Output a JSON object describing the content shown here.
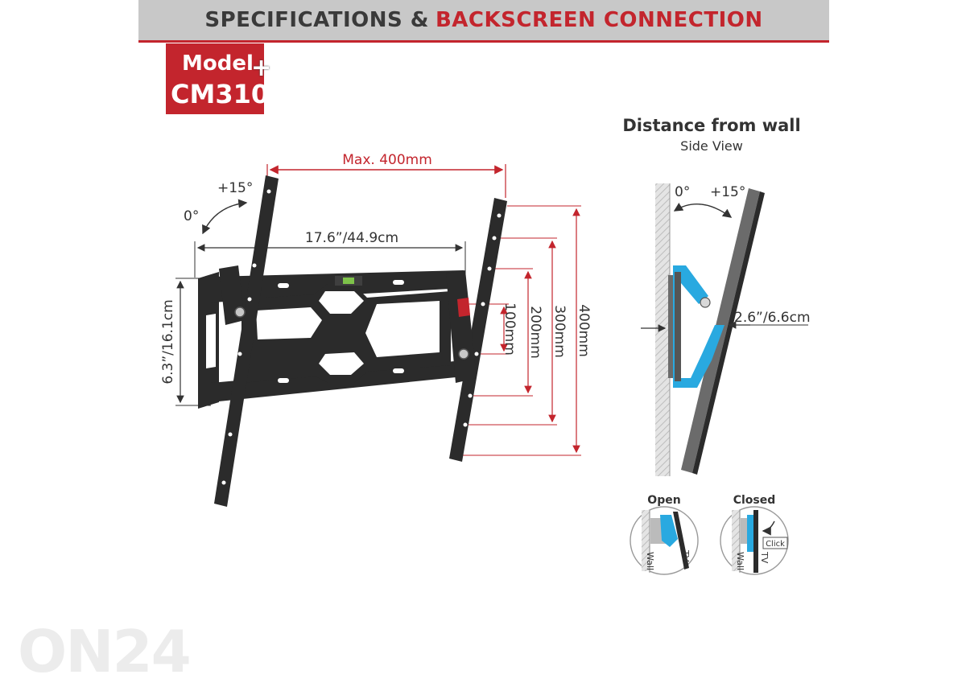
{
  "header": {
    "title_dark": "SPECIFICATIONS &",
    "title_red": "BACKSCREEN CONNECTION"
  },
  "model": {
    "label": "Model",
    "name": "CM310",
    "plus": "+"
  },
  "front": {
    "max_width": "Max. 400mm",
    "plus_angle": "+15°",
    "zero_angle": "0°",
    "bracket_width": "17.6”/44.9cm",
    "bracket_height": "6.3”/16.1cm",
    "vesa_100": "100mm",
    "vesa_200": "200mm",
    "vesa_300": "300mm",
    "vesa_400": "400mm"
  },
  "side": {
    "title": "Distance from wall",
    "subtitle": "Side View",
    "zero_angle": "0°",
    "plus_angle": "+15°",
    "distance": "2.6”/6.6cm"
  },
  "lock": {
    "open_label": "Open",
    "closed_label": "Closed",
    "wall": "Wall",
    "tv": "TV",
    "click": "Click"
  },
  "watermark": "ON24",
  "colors": {
    "accent_red": "#c3252d",
    "header_gray": "#c8c8c8",
    "bracket_dark": "#2b2b2b",
    "lock_blue": "#29a9e0"
  }
}
